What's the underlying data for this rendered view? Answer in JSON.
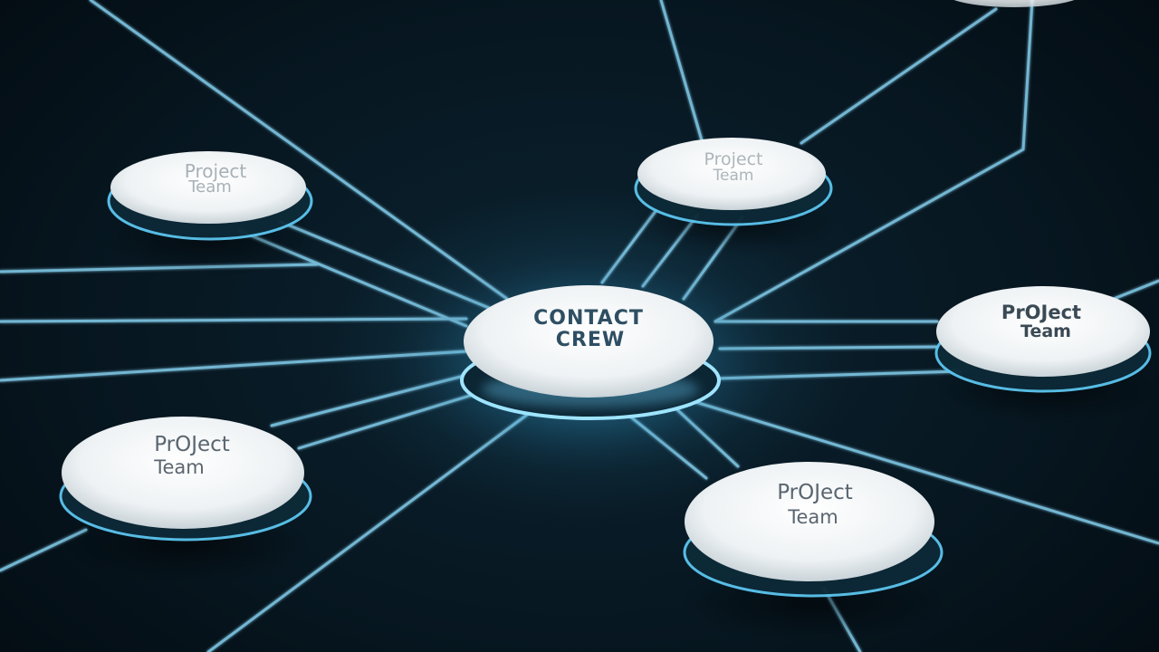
{
  "hub": {
    "line1": "CONTACT",
    "line2": "CREW"
  },
  "nodes": [
    {
      "line1": "Project",
      "line2": "Team"
    },
    {
      "line1": "Project",
      "line2": "Team"
    },
    {
      "line1": "PrOJect",
      "line2": "Team"
    },
    {
      "line1": "PrOJect",
      "line2": "Team"
    },
    {
      "line1": "PrOJect",
      "line2": "Team"
    }
  ],
  "colors": {
    "background": "#05131c",
    "line": "#7fc8e6",
    "disc": "#eef2f4",
    "disc_text": "#3a4a55",
    "hub_text": "#2e4f63",
    "glow": "#4fc3ff"
  }
}
